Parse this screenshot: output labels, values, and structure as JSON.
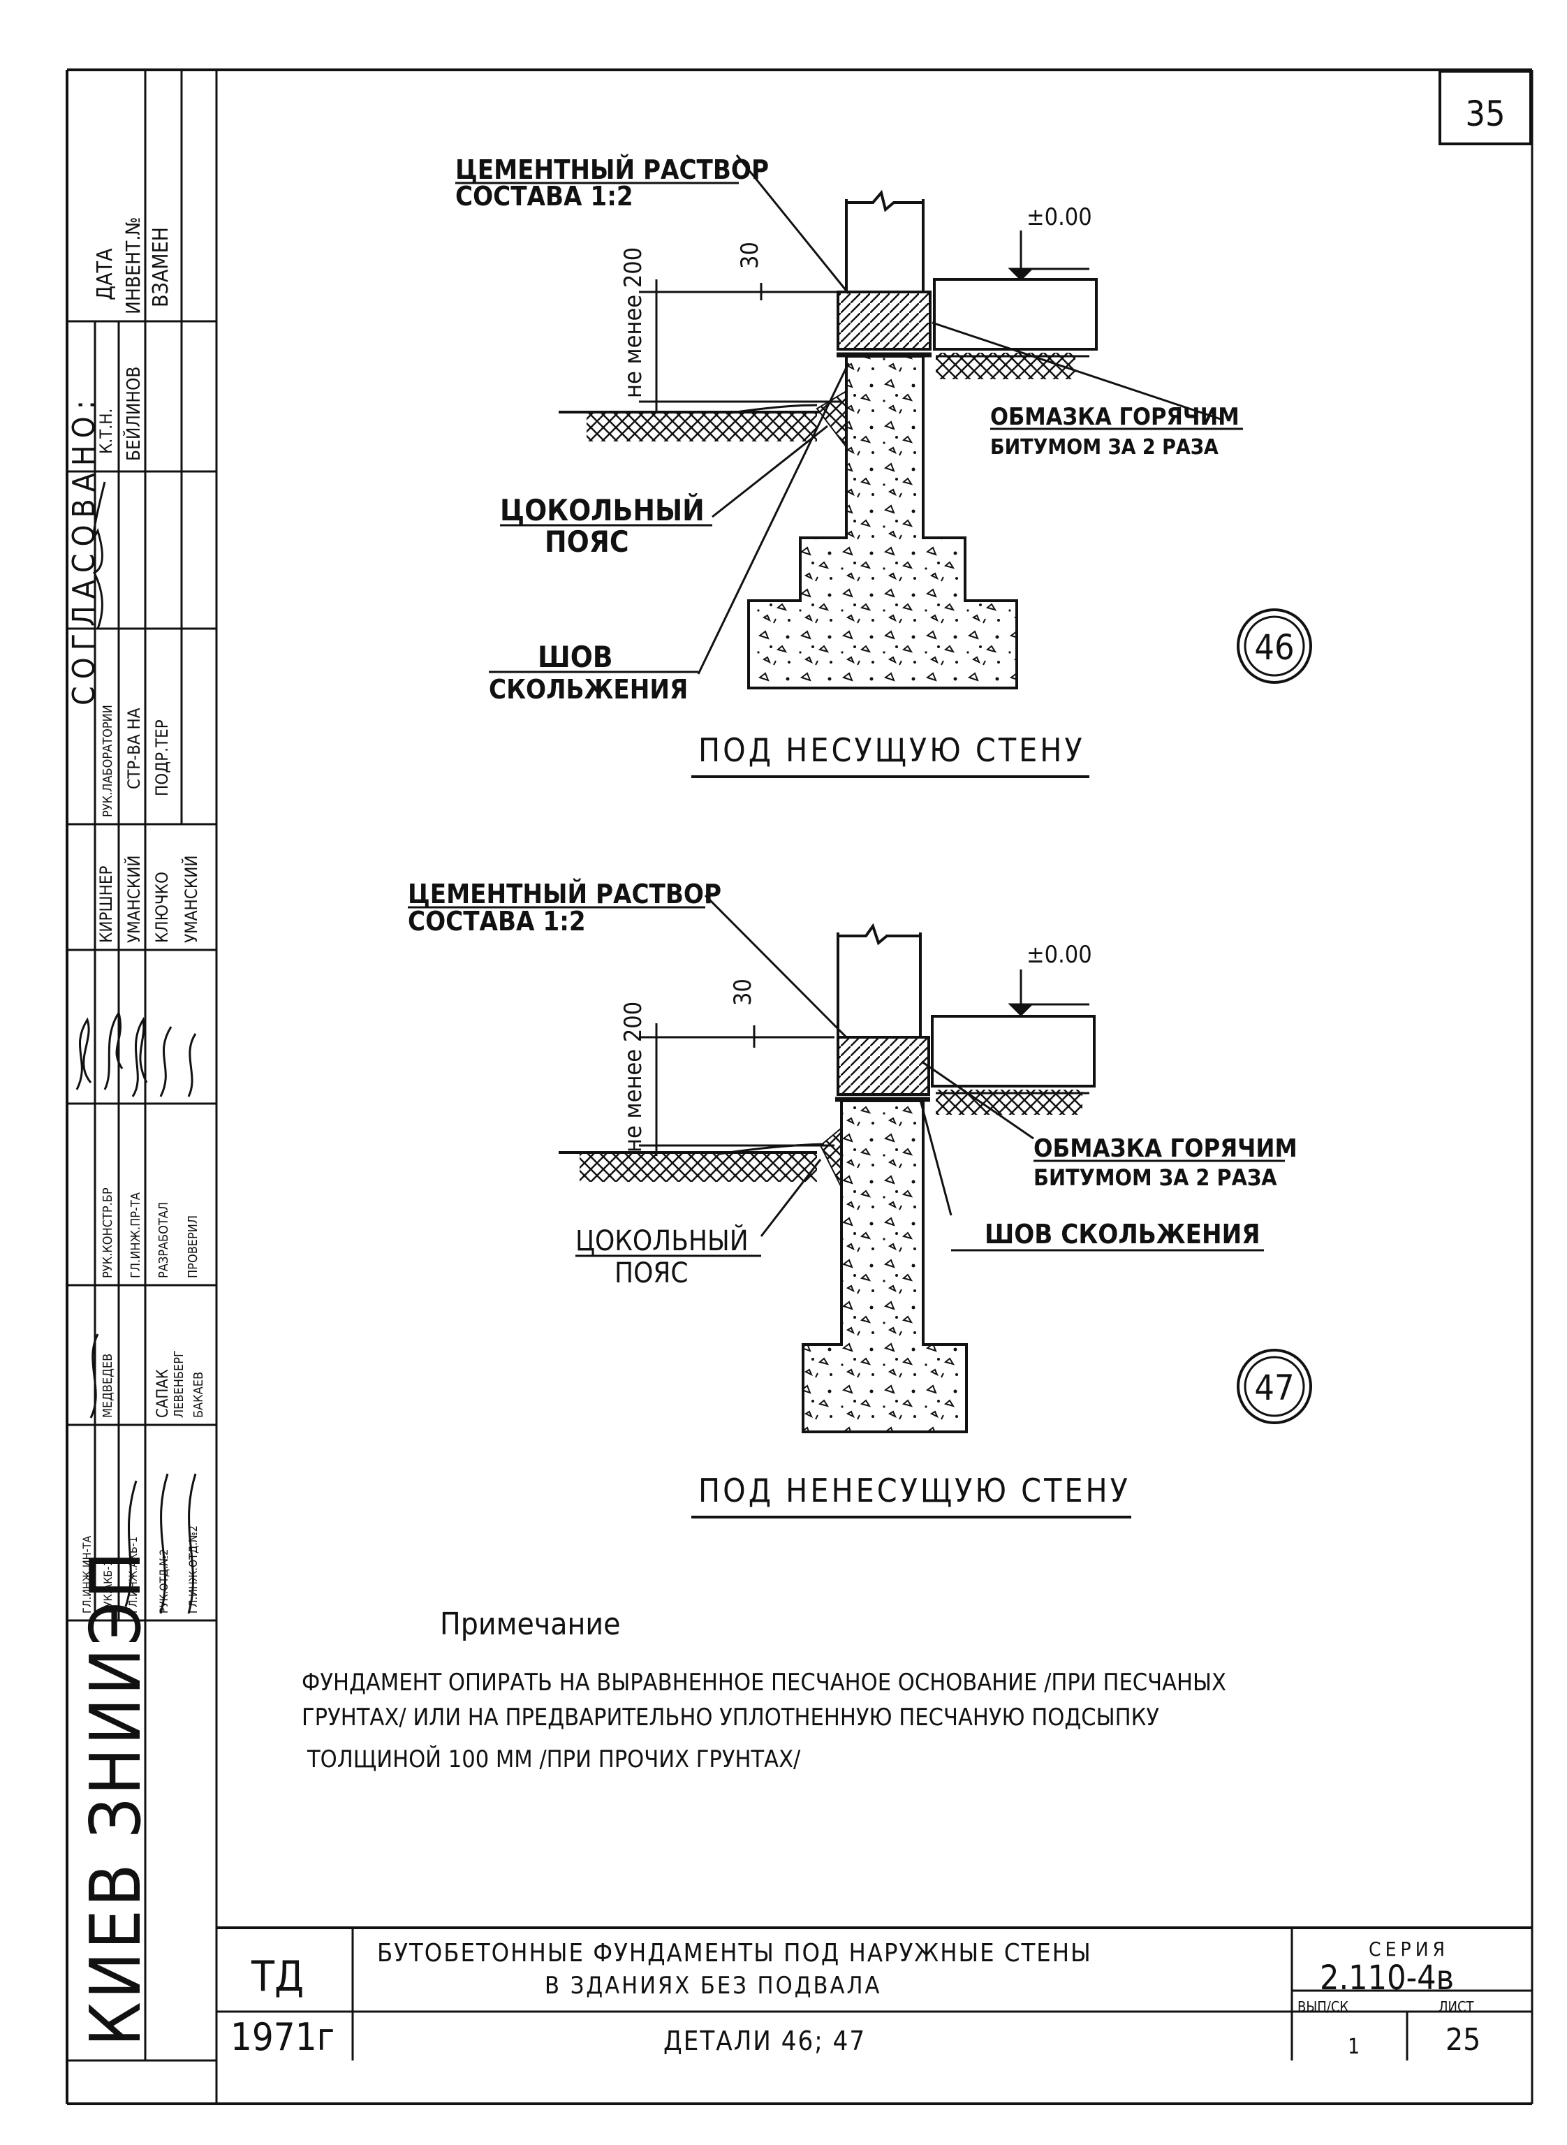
{
  "sheet": {
    "page_number": "35"
  },
  "detail46": {
    "mortar_label_1": "ЦЕМЕНТНЫЙ РАСТВОР",
    "mortar_label_2": "СОСТАВА 1:2",
    "level": "±0.00",
    "dim_min": "не менее 200",
    "dim_30": "30",
    "coating_1": "ОБМАЗКА ГОРЯЧИМ",
    "coating_2": "БИТУМОМ ЗА 2 РАЗА",
    "plinth_1": "ЦОКОЛЬНЫЙ",
    "plinth_2": "ПОЯС",
    "joint_1": "ШОВ",
    "joint_2": "СКОЛЬЖЕНИЯ",
    "number": "46",
    "caption": "ПОД НЕСУЩУЮ СТЕНУ"
  },
  "detail47": {
    "mortar_label_1": "ЦЕМЕНТНЫЙ РАСТВОР",
    "mortar_label_2": "СОСТАВА 1:2",
    "level": "±0.00",
    "dim_min": "не менее 200",
    "dim_30": "30",
    "coating_1": "ОБМАЗКА ГОРЯЧИМ",
    "coating_2": "БИТУМОМ ЗА 2 РАЗА",
    "joint": "ШОВ СКОЛЬЖЕНИЯ",
    "plinth_1": "ЦОКОЛЬНЫЙ",
    "plinth_2": "ПОЯС",
    "number": "47",
    "caption": "ПОД НЕНЕСУЩУЮ СТЕНУ"
  },
  "note": {
    "heading": "Примечание",
    "line1": "ФУНДАМЕНТ ОПИРАТЬ НА ВЫРАВНЕННОЕ ПЕСЧАНОЕ ОСНОВАНИЕ /ПРИ ПЕСЧАНЫХ",
    "line2": "ГРУНТАХ/ ИЛИ НА ПРЕДВАРИТЕЛЬНО УПЛОТНЕННУЮ ПЕСЧАНУЮ ПОДСЫПКУ",
    "line3": "ТОЛЩИНОЙ 100 ММ /ПРИ ПРОЧИХ ГРУНТАХ/"
  },
  "title_block": {
    "org": "ТД",
    "year": "1971г",
    "title_1": "БУТОБЕТОННЫЕ ФУНДАМЕНТЫ ПОД НАРУЖНЫЕ СТЕНЫ",
    "title_2": "В ЗДАНИЯХ БЕЗ ПОДВАЛА",
    "subtitle": "ДЕТАЛИ 46; 47",
    "series_label": "СЕРИЯ",
    "series": "2.110-4в",
    "issue_label": "ВЫП/СК",
    "issue": "1",
    "sheet_label": "ЛИСТ",
    "sheet": "25"
  },
  "side_strip": {
    "institute": "КИЕВ ЗНИИЭП",
    "agreed": "СОГЛАСОВАНО:",
    "date": "ДАТА",
    "inv_no": "ИНВЕНТ.№",
    "instead": "ВЗАМЕН",
    "ktn": "К.Т.Н.",
    "beilinov": "БЕЙЛИНОВ",
    "lab_head": "РУК.ЛАБОРАТОРИИ",
    "constr": "СТР-ВА НА",
    "podr": "ПОДР.ТЕР",
    "kirshner": "КИРШНЕР",
    "umansky1": "УМАНСКИЙ",
    "klyuchko": "КЛЮЧКО",
    "umansky2": "УМАНСКИЙ",
    "ruk_konstr": "РУК.КОНСТР.БР",
    "gl_inzh_pr": "ГЛ.ИНЖ.ПР-ТА",
    "razrabotal": "РАЗРАБОТАЛ",
    "proveril": "ПРОВЕРИЛ",
    "medvedev": "МЕДВЕДЕВ",
    "sapak": "САПАК",
    "levenberg": "ЛЕВЕНБЕРГ",
    "bakaev": "БАКАЕВ",
    "gl_inzh_in": "ГЛ.ИНЖ.ИН-ТА",
    "ruk_akb": "РУК.АКБ-1",
    "gl_inzh_akb": "ГЛ.ИНЖ.АКБ-1",
    "ruk_otd": "РУК.ОТД.№2",
    "gl_inzh_otd": "ГЛ.ИНЖ.ОТД.№2"
  }
}
